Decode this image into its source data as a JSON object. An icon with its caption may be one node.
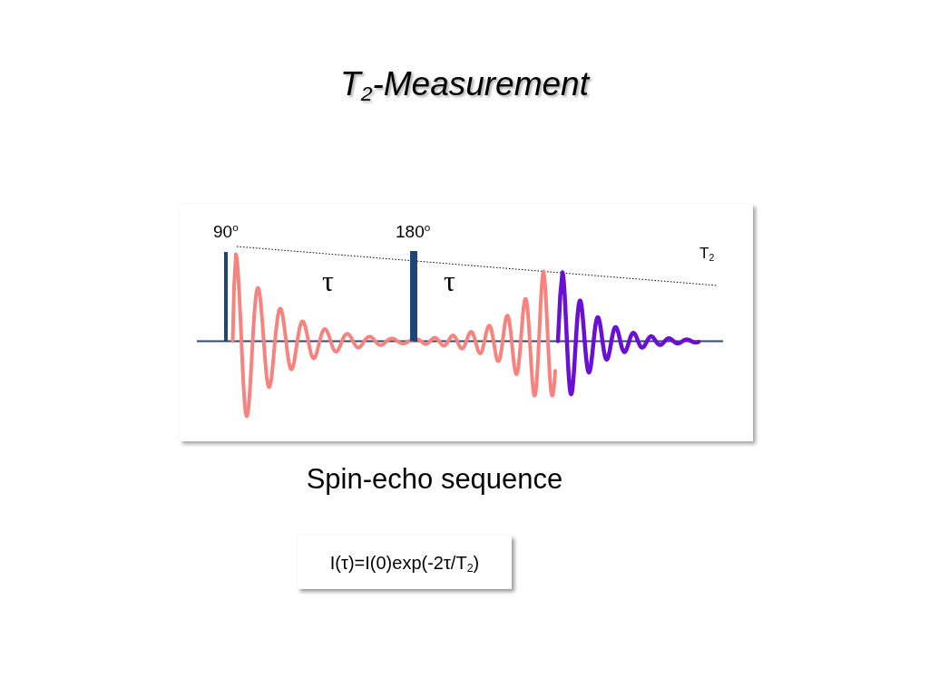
{
  "diagram": {
    "title": "T$_{2}$-Measurement",
    "caption": "Spin-echo sequence",
    "nodes": [
      {
        "text": [
          "I(τ)=I(0)exp(-2τ/T$_{2}$)"
        ]
      }
    ],
    "labels": [
      "90$^{o}$",
      "180$^{o}$",
      "T$_{2}$",
      "τ",
      "τ"
    ]
  }
}
